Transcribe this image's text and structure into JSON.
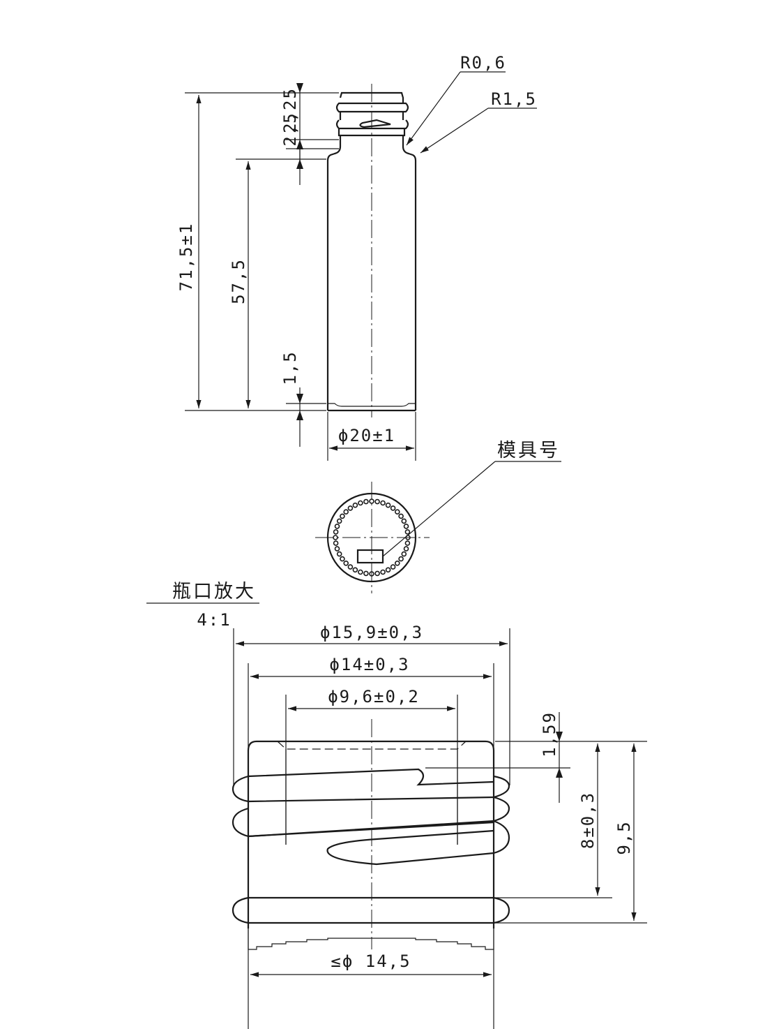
{
  "labels": {
    "r06": "R0,6",
    "r15": "R1,5",
    "d225": "2,25",
    "d25": "2,5",
    "d715": "71,5±1",
    "d575": "57,5",
    "d15": "1,5",
    "dia20": "ϕ20±1",
    "mold": "模具号",
    "enlarge": "瓶口放大",
    "scale": "4:1",
    "dia159": "ϕ15,9±0,3",
    "dia14": "ϕ14±0,3",
    "dia96": "ϕ9,6±0,2",
    "d159": "1,59",
    "d8": "8±0,3",
    "d95": "9,5",
    "dia145": "≤ϕ 14,5"
  }
}
